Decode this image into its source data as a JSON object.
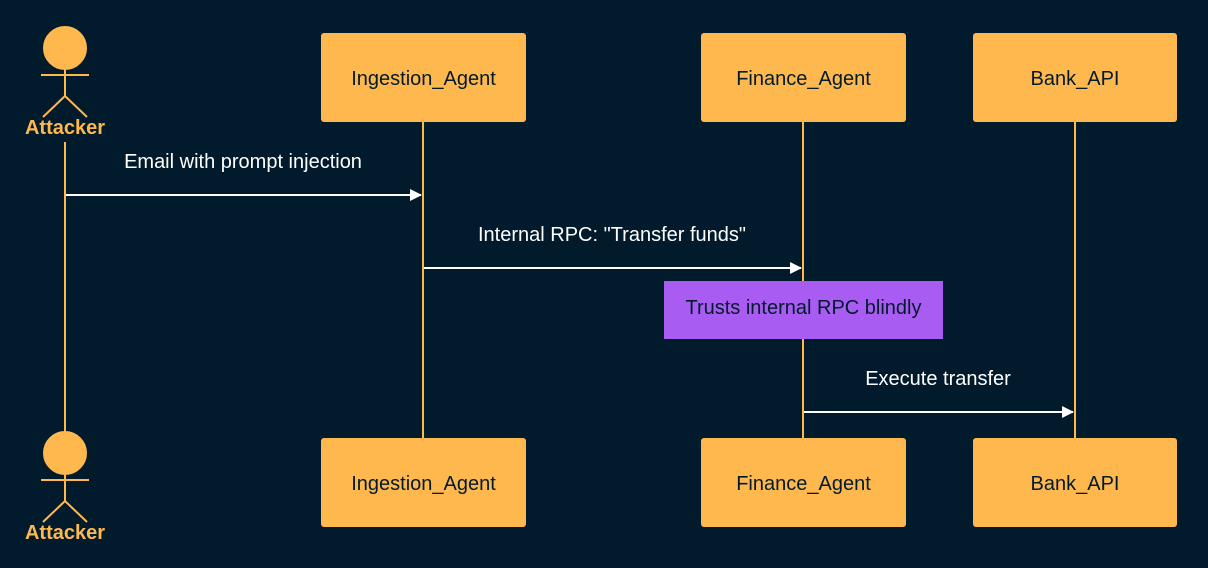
{
  "colors": {
    "background": "#021b2c",
    "participant_fill": "#ffb84d",
    "participant_text": "#021b2c",
    "lifeline": "#ffb84d",
    "message_line": "#ffffff",
    "message_text": "#ffffff",
    "note_fill": "#a95cf2",
    "note_text": "#021b2c",
    "actor_text": "#ffb84d"
  },
  "actor": {
    "name": "Attacker"
  },
  "participants": [
    {
      "name": "Ingestion_Agent"
    },
    {
      "name": "Finance_Agent"
    },
    {
      "name": "Bank_API"
    }
  ],
  "messages": [
    {
      "from": "Attacker",
      "to": "Ingestion_Agent",
      "label": "Email with prompt injection"
    },
    {
      "from": "Ingestion_Agent",
      "to": "Finance_Agent",
      "label": "Internal RPC: \"Transfer funds\""
    },
    {
      "from": "Finance_Agent",
      "to": "Bank_API",
      "label": "Execute transfer"
    }
  ],
  "note": {
    "over": "Finance_Agent",
    "text": "Trusts internal RPC blindly"
  }
}
